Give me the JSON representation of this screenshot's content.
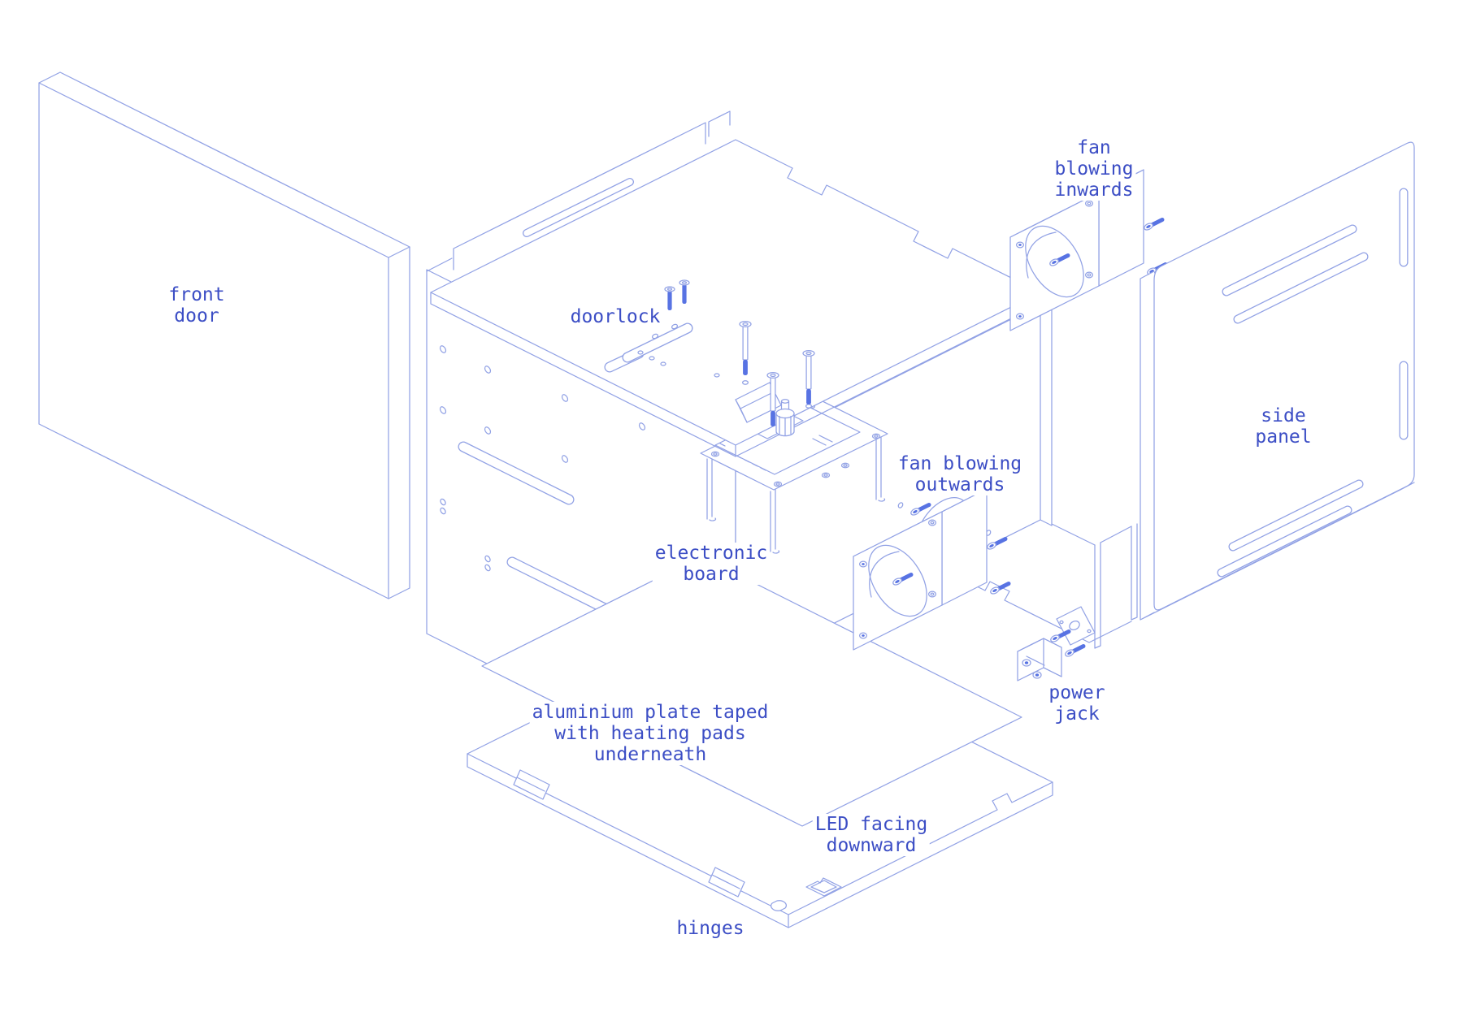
{
  "diagram": {
    "type": "exploded-isometric-technical-illustration",
    "subject": "laser-cut incubator enclosure exploded view",
    "colors": {
      "background": "#ffffff",
      "line": "#92a2e5",
      "label": "#3c4ec5",
      "screw": "#5873e3"
    },
    "labels": [
      {
        "id": "front-door",
        "lines": [
          "front",
          "door"
        ]
      },
      {
        "id": "doorlock",
        "lines": [
          "doorlock"
        ]
      },
      {
        "id": "fan-blowing-inwards",
        "lines": [
          "fan",
          "blowing",
          "inwards"
        ]
      },
      {
        "id": "side-panel",
        "lines": [
          "side",
          "panel"
        ]
      },
      {
        "id": "fan-blowing-outwards",
        "lines": [
          "fan blowing",
          "outwards"
        ]
      },
      {
        "id": "electronic-board",
        "lines": [
          "electronic",
          "board"
        ]
      },
      {
        "id": "power-jack",
        "lines": [
          "power",
          "jack"
        ]
      },
      {
        "id": "aluminium-plate",
        "lines": [
          "aluminium plate taped",
          "with heating pads",
          "underneath"
        ]
      },
      {
        "id": "led-facing-downward",
        "lines": [
          "LED facing",
          "downward"
        ]
      },
      {
        "id": "hinges",
        "lines": [
          "hinges"
        ]
      }
    ]
  }
}
